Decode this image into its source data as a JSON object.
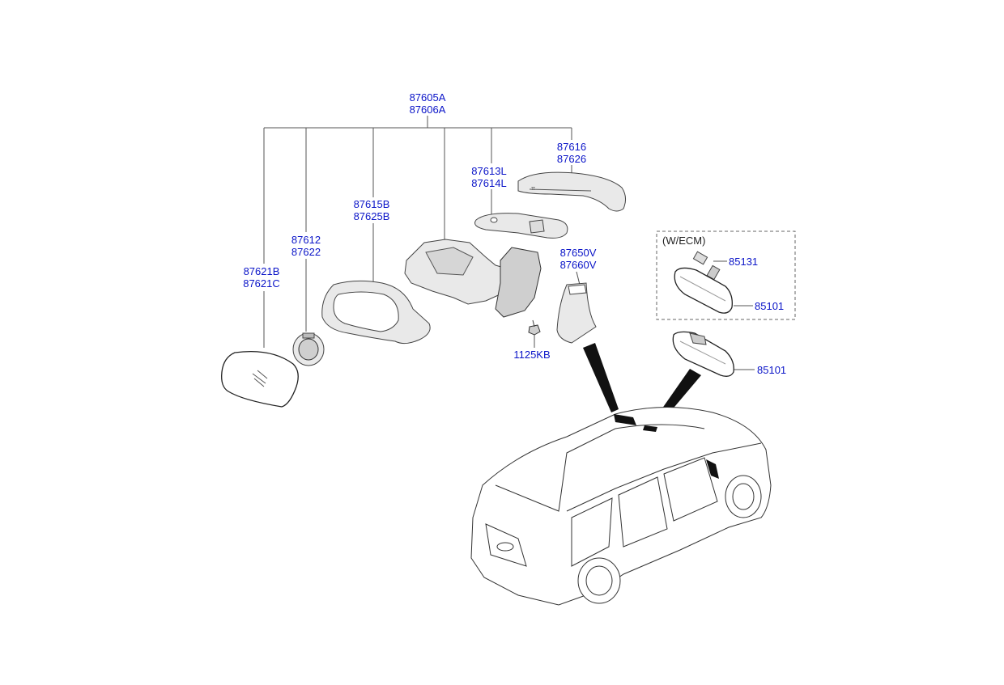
{
  "callouts": {
    "assembly": [
      "87605A",
      "87606A"
    ],
    "cover": [
      "87616",
      "87626"
    ],
    "turn_lamp": [
      "87613L",
      "87614L"
    ],
    "housing": [
      "87615B",
      "87625B"
    ],
    "actuator": [
      "87612",
      "87622"
    ],
    "glass": [
      "87621B",
      "87621C"
    ],
    "side_lamp": [
      "87650V",
      "87660V"
    ],
    "screw": "1125KB",
    "ecm_note": "(W/ECM)",
    "ecm_connector": "85131",
    "ecm_mirror": "85101",
    "inside_mirror": "85101"
  },
  "icons": {
    "mirror_glass": "mirror-glass-icon",
    "actuator": "mirror-actuator-icon",
    "housing": "mirror-housing-icon",
    "base": "mirror-base-icon",
    "turn_lamp": "turn-signal-lamp-icon",
    "cover": "mirror-cover-icon",
    "side_lamp": "side-lamp-icon",
    "screw": "screw-icon",
    "inside_mirror": "inside-rearview-mirror-icon",
    "vehicle": "minivan-icon"
  },
  "colors": {
    "callout": "#0a14c8",
    "line": "#555555"
  }
}
